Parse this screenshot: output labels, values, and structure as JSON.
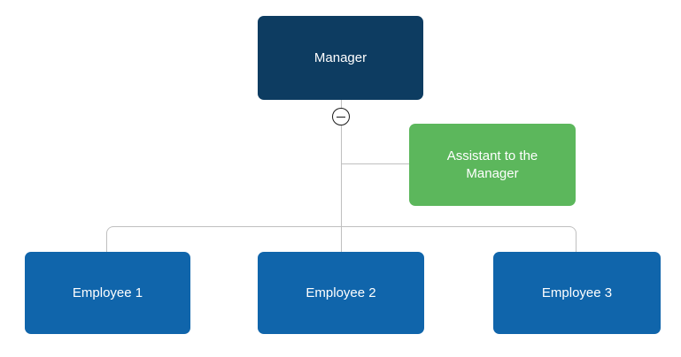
{
  "diagram": {
    "type": "org-chart",
    "background": "#ffffff",
    "connector_color": "#bfbfbf",
    "nodes": {
      "manager": {
        "label": "Manager",
        "fill": "#0d3c61",
        "text_color": "#ffffff"
      },
      "assistant": {
        "label": "Assistant to the Manager",
        "fill": "#5cb75c",
        "text_color": "#ffffff"
      },
      "employee1": {
        "label": "Employee 1",
        "fill": "#1065ab",
        "text_color": "#ffffff"
      },
      "employee2": {
        "label": "Employee 2",
        "fill": "#1065ab",
        "text_color": "#ffffff"
      },
      "employee3": {
        "label": "Employee 3",
        "fill": "#1065ab",
        "text_color": "#ffffff"
      }
    },
    "edges": [
      {
        "from": "Manager",
        "to": "Assistant to the Manager"
      },
      {
        "from": "Manager",
        "to": "Employee 1"
      },
      {
        "from": "Manager",
        "to": "Employee 2"
      },
      {
        "from": "Manager",
        "to": "Employee 3"
      }
    ],
    "collapse_button": {
      "icon": "minus-icon",
      "symbol": "−",
      "state": "expanded"
    }
  }
}
